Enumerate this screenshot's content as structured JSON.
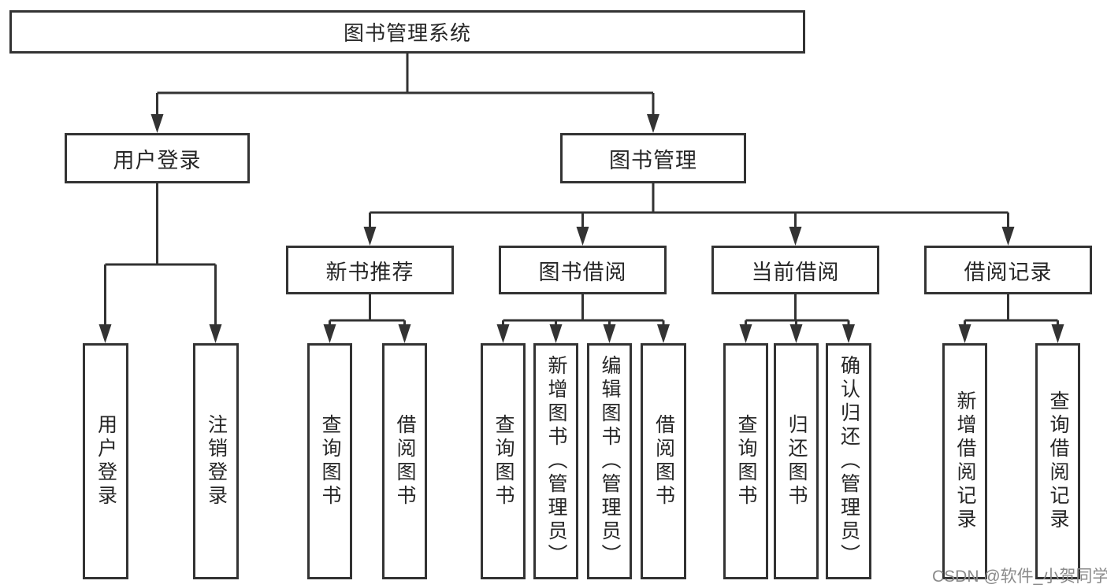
{
  "style": {
    "line_color": "#333333",
    "text_color": "#262626",
    "box_background": "#ffffff",
    "page_background": "#ffffff",
    "watermark_color": "#8a8a8a"
  },
  "watermark": {
    "text": "CSDN @软件_小贺同学"
  },
  "tree": {
    "root": {
      "label": "图书管理系统"
    },
    "branches": [
      {
        "label": "用户登录",
        "children": [
          {
            "label": "用户登录"
          },
          {
            "label": "注销登录"
          }
        ]
      },
      {
        "label": "图书管理",
        "children": [
          {
            "label": "新书推荐",
            "children": [
              {
                "label": "查询图书"
              },
              {
                "label": "借阅图书"
              }
            ]
          },
          {
            "label": "图书借阅",
            "children": [
              {
                "label": "查询图书"
              },
              {
                "label": "新增图书（管理员）"
              },
              {
                "label": "编辑图书（管理员）"
              },
              {
                "label": "借阅图书"
              }
            ]
          },
          {
            "label": "当前借阅",
            "children": [
              {
                "label": "查询图书"
              },
              {
                "label": "归还图书"
              },
              {
                "label": "确认归还（管理员）"
              }
            ]
          },
          {
            "label": "借阅记录",
            "children": [
              {
                "label": "新增借阅记录"
              },
              {
                "label": "查询借阅记录"
              }
            ]
          }
        ]
      }
    ]
  }
}
